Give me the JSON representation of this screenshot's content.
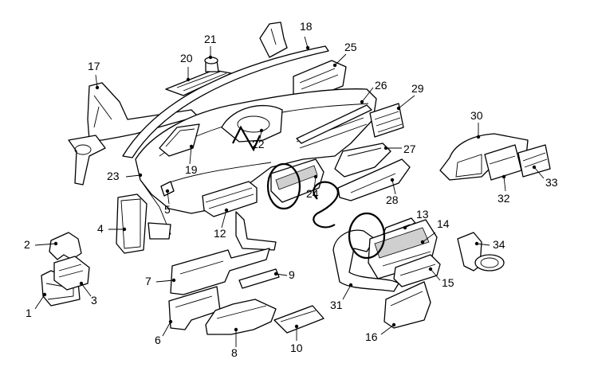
{
  "diagram": {
    "callouts": [
      {
        "id": "1",
        "label": "1"
      },
      {
        "id": "2",
        "label": "2"
      },
      {
        "id": "3",
        "label": "3"
      },
      {
        "id": "4",
        "label": "4"
      },
      {
        "id": "5",
        "label": "5"
      },
      {
        "id": "6",
        "label": "6"
      },
      {
        "id": "7",
        "label": "7"
      },
      {
        "id": "8",
        "label": "8"
      },
      {
        "id": "9",
        "label": "9"
      },
      {
        "id": "10",
        "label": "10"
      },
      {
        "id": "12",
        "label": "12"
      },
      {
        "id": "13",
        "label": "13"
      },
      {
        "id": "14",
        "label": "14"
      },
      {
        "id": "15",
        "label": "15"
      },
      {
        "id": "16",
        "label": "16"
      },
      {
        "id": "17",
        "label": "17"
      },
      {
        "id": "18",
        "label": "18"
      },
      {
        "id": "19",
        "label": "19"
      },
      {
        "id": "20",
        "label": "20"
      },
      {
        "id": "21",
        "label": "21"
      },
      {
        "id": "22",
        "label": "22"
      },
      {
        "id": "23",
        "label": "23"
      },
      {
        "id": "24",
        "label": "24"
      },
      {
        "id": "25",
        "label": "25"
      },
      {
        "id": "26",
        "label": "26"
      },
      {
        "id": "27",
        "label": "27"
      },
      {
        "id": "28",
        "label": "28"
      },
      {
        "id": "29",
        "label": "29"
      },
      {
        "id": "30",
        "label": "30"
      },
      {
        "id": "31",
        "label": "31"
      },
      {
        "id": "32",
        "label": "32"
      },
      {
        "id": "33",
        "label": "33"
      },
      {
        "id": "34",
        "label": "34"
      }
    ],
    "colors": {
      "line": "#000000",
      "background": "#ffffff",
      "shade": "#cfcfcf"
    }
  }
}
